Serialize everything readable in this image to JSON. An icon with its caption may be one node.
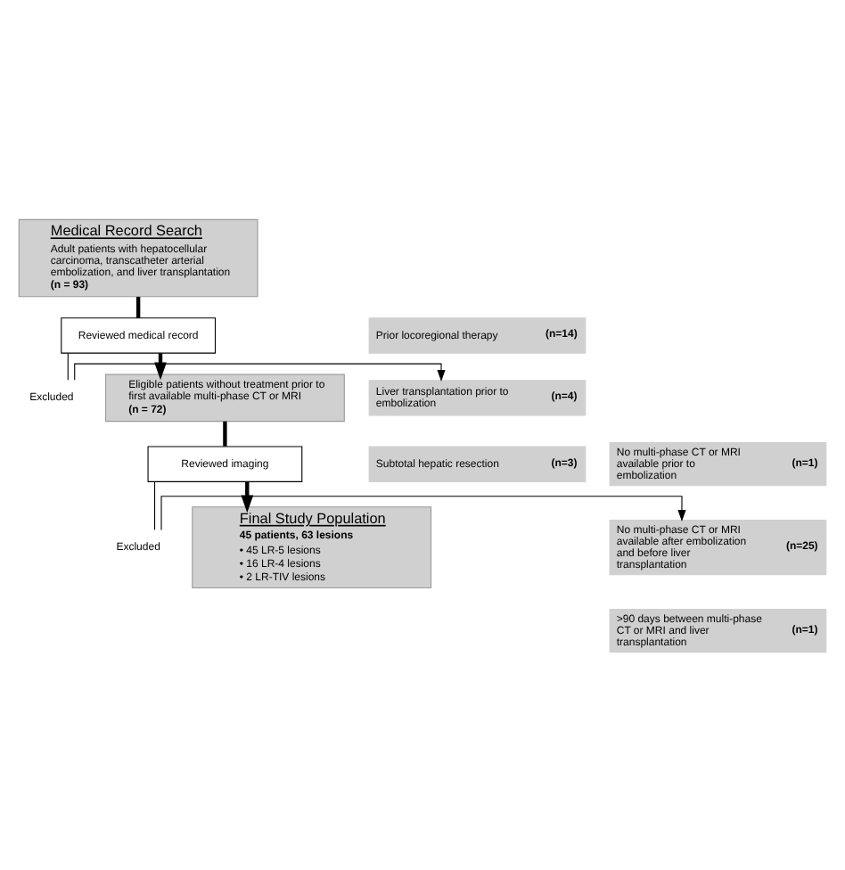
{
  "diagram": {
    "nodes": [
      {
        "text": [
          "Medical Record Search",
          "Adult patients with hepatocellular carcinoma, transcatheter arterial embolization, and liver transplantation",
          "(n = 93)"
        ]
      },
      {
        "text": [
          "Reviewed medical record"
        ]
      },
      {
        "text": [
          "Excluded"
        ]
      },
      {
        "text": [
          "Prior locoregional therapy",
          "(n=14)"
        ]
      },
      {
        "text": [
          "Liver transplantation prior to embolization",
          "(n=4)"
        ]
      },
      {
        "text": [
          "Subtotal hepatic resection",
          "(n=3)"
        ]
      },
      {
        "text": [
          "Eligible patients without treatment prior to first available multi-phase CT or MRI",
          "(n = 72)"
        ]
      },
      {
        "text": [
          "Reviewed imaging"
        ]
      },
      {
        "text": [
          "Excluded"
        ]
      },
      {
        "text": [
          "No multi-phase CT or MRI available prior to embolization",
          "(n=1)"
        ]
      },
      {
        "text": [
          "No multi-phase CT or MRI available after embolization and before liver transplantation",
          "(n=25)"
        ]
      },
      {
        "text": [
          ">90 days between multi-phase CT or MRI and liver transplantation",
          "(n=1)"
        ]
      },
      {
        "text": [
          "Final Study Population",
          "45 patients, 63 lesions",
          "• 45 LR-5 lesions",
          "• 16 LR-4 lesions",
          "• 2 LR-TIV lesions"
        ]
      }
    ],
    "edges": [
      {
        "from": 0,
        "to": 1,
        "arrow": "none",
        "style": "thick"
      },
      {
        "from": 1,
        "to": 6,
        "arrow": "to",
        "style": "thick"
      },
      {
        "from": 1,
        "to": 2,
        "arrow": "none"
      },
      {
        "from": 2,
        "to": 4,
        "arrow": "to"
      },
      {
        "from": 6,
        "to": 7,
        "arrow": "none",
        "style": "thick"
      },
      {
        "from": 7,
        "to": 12,
        "arrow": "to",
        "style": "thick"
      },
      {
        "from": 7,
        "to": 8,
        "arrow": "none"
      },
      {
        "from": 8,
        "to": 10,
        "arrow": "to"
      }
    ]
  }
}
